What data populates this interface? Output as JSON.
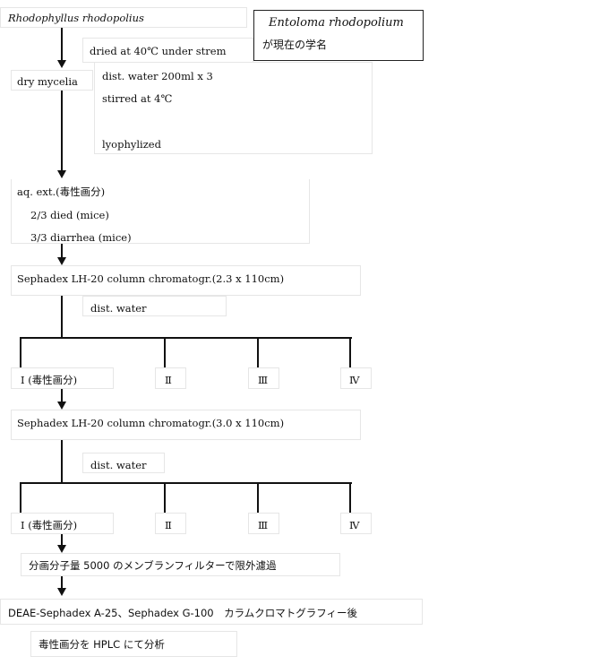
{
  "source_species": "Rhodophyllus rhodopolius",
  "note": {
    "species": "Entoloma   rhodopolium",
    "text": "が現在の学名"
  },
  "step_dry": "dried at 40℃  under strem",
  "dry_mycelia": "dry mycelia",
  "extraction": [
    "dist. water 200ml x 3",
    "stirred at 4℃",
    "lyophylized"
  ],
  "aq_ext": {
    "title": "aq. ext.(毒性画分)",
    "results": [
      "2/3 died (mice)",
      "3/3 diarrhea (mice)"
    ]
  },
  "column1": {
    "title": "Sephadex LH-20 column chromatogr.(2.3 x 110cm)",
    "eluent": "dist. water",
    "fractions": [
      "I (毒性画分)",
      "Ⅱ",
      "Ⅲ",
      "Ⅳ"
    ]
  },
  "column2": {
    "title": "Sephadex LH-20 column chromatogr.(3.0 x 110cm)",
    "eluent": "dist. water",
    "fractions": [
      "I (毒性画分)",
      "Ⅱ",
      "Ⅲ",
      "Ⅳ"
    ]
  },
  "ultrafiltration": "分画分子量 5000 のメンブランフィルターで限外濾過",
  "deae": "DEAE-Sephadex A-25、Sephadex G-100　カラムクロマトグラフィー後",
  "hplc": "毒性画分を HPLC にて分析"
}
